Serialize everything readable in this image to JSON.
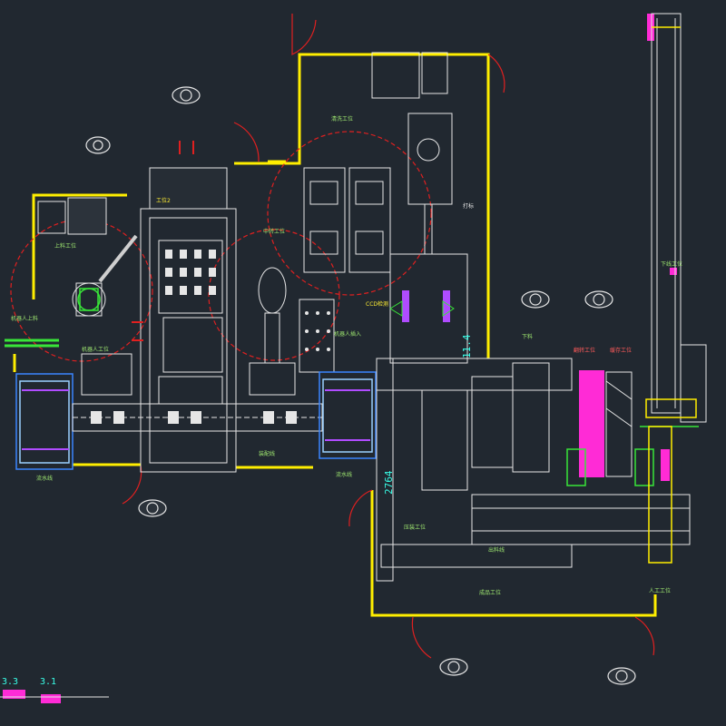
{
  "colors": {
    "background": "#212830",
    "safety_fence": "#ffee00",
    "reach_circle": "#e02020",
    "machine_white": "#e6e6e6",
    "conveyor_blue": "#3a86ff",
    "magenta": "#ff2bd6",
    "green": "#39e639",
    "cyan": "#39ffe8"
  },
  "labels": {
    "feed_station": "上料工位",
    "robot_load": "机器人上料",
    "station_2": "工位2",
    "robot_station": "机器人工位",
    "mid_station": "中转工位",
    "clean_station": "清洗工位",
    "robot_insert": "机器人插入",
    "assembly_line": "装配线",
    "ccd_check": "CCD检测",
    "marking": "打标",
    "unload": "下料",
    "reverse": "翻转工位",
    "conveyor_left": "流水线",
    "conveyor_mid": "流水线",
    "press_station": "压装工位",
    "finish_station": "成品工位",
    "buffer": "缓存工位",
    "output_line": "出料线",
    "manual_station": "人工工位",
    "line_end": "下线工位"
  },
  "dimensions": {
    "vertical_dim": "2764",
    "vertical_dim_small": "11.4"
  },
  "ucs": {
    "a": "3.3",
    "b": "3.1"
  },
  "icons": [
    "operator-icon",
    "door-swing-icon",
    "robot-arm-icon",
    "conveyor-icon",
    "fence-icon"
  ]
}
